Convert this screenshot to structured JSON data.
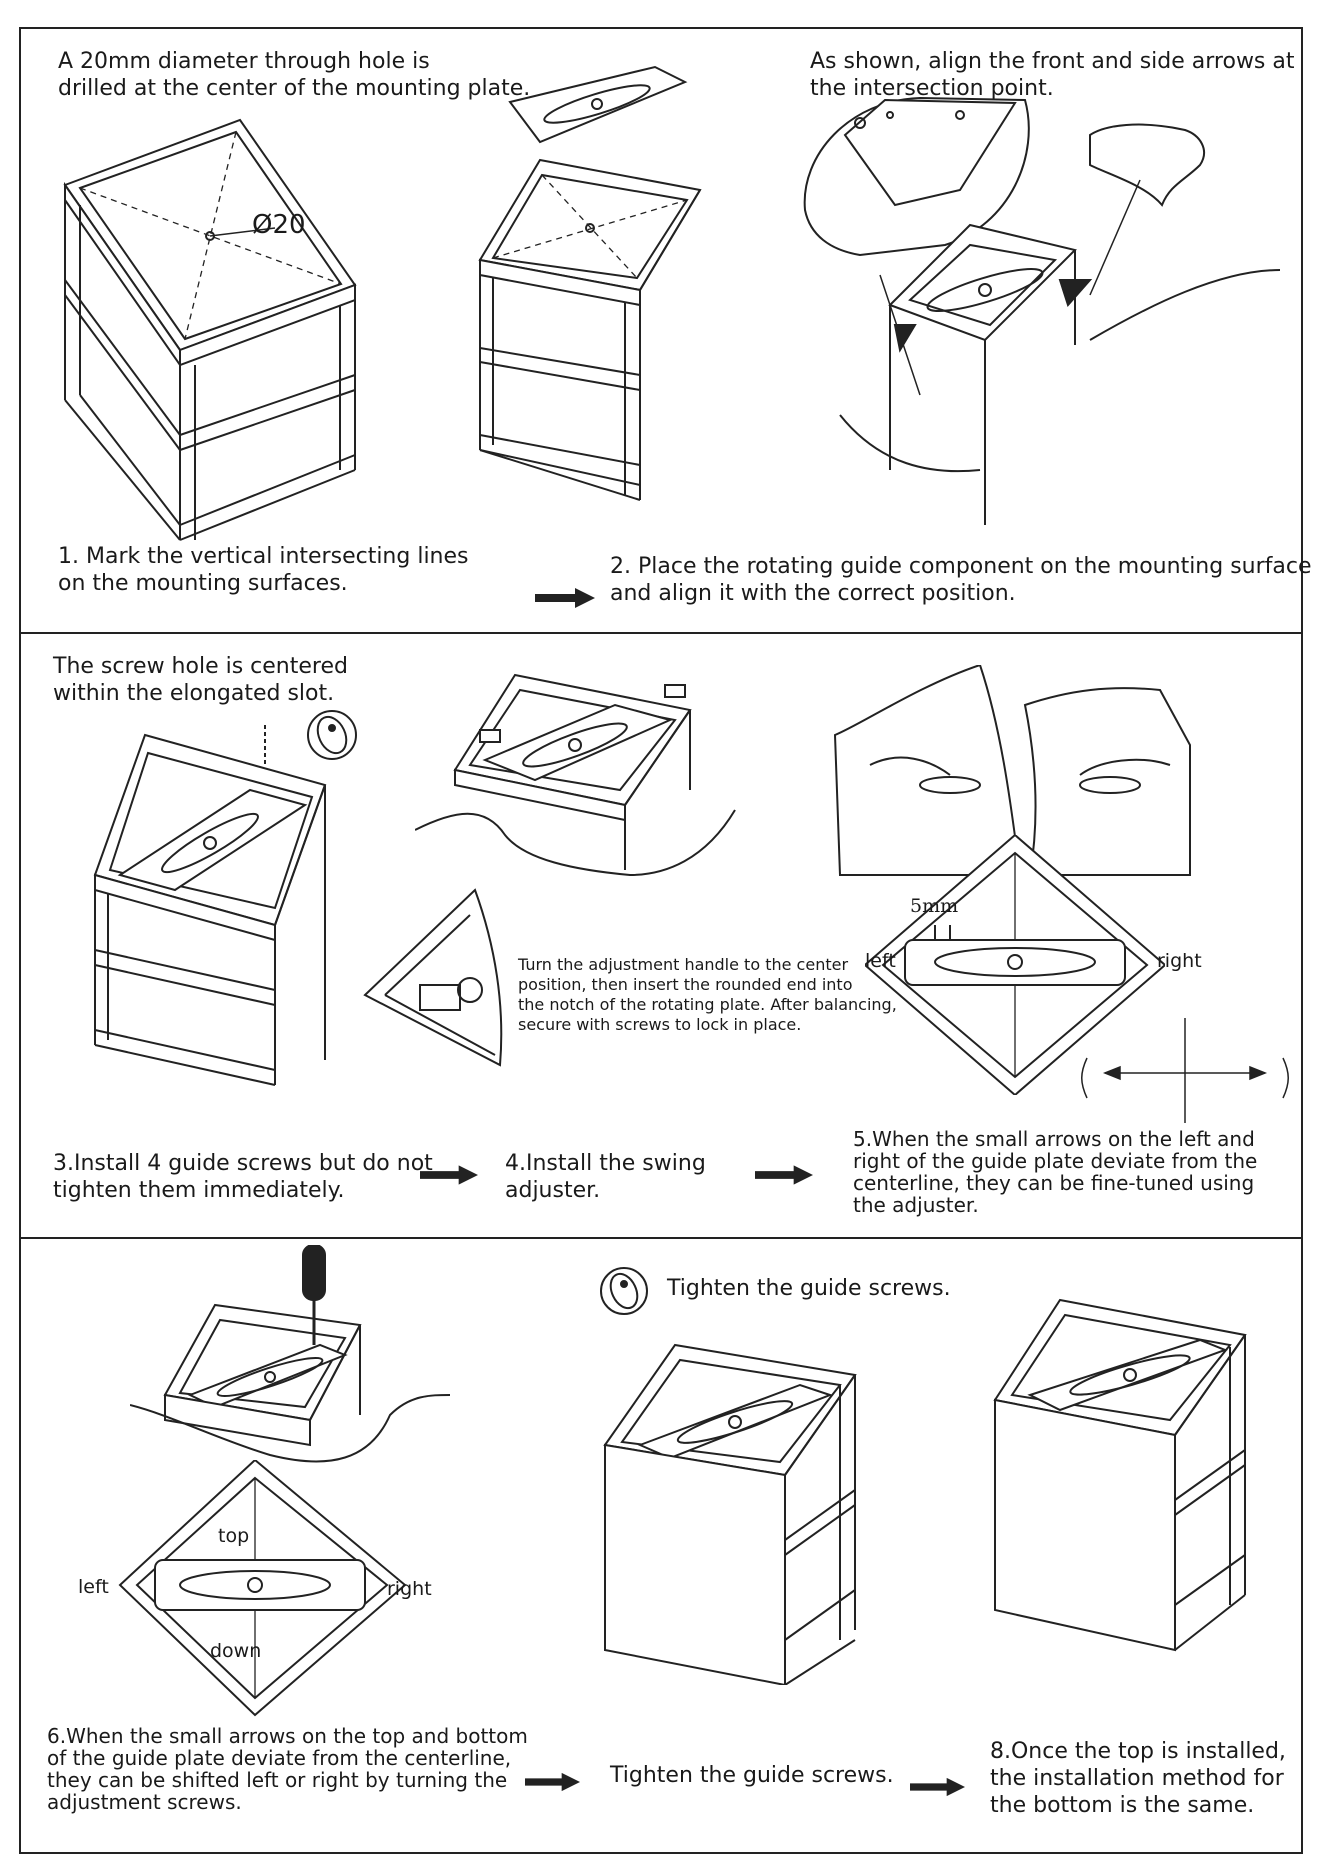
{
  "panel1": {
    "note_hole": "A 20mm diameter through hole is\ndrilled at the center of the mounting plate.",
    "diameter_label": "Ø20",
    "note_align": "As shown, align the front and side arrows at\nthe intersection point.",
    "step1": "1. Mark the vertical intersecting lines\non the mounting surfaces.",
    "step2": "2. Place the rotating guide component on the mounting surface\n and align it with the correct position."
  },
  "panel2": {
    "note_screw": "The screw hole is centered\nwithin the elongated slot.",
    "note_handle": "Turn the adjustment handle to the center\nposition, then insert the rounded end into\nthe notch of the rotating plate. After balancing,\nsecure with screws to lock in place.",
    "gap_label": "5mm",
    "left_label": "left",
    "right_label": "right",
    "step3": "3.Install 4 guide screws but do not\ntighten them immediately.",
    "step4": "4.Install the swing\nadjuster.",
    "step5": "5.When the small arrows on the left and\nright of the guide plate deviate from the\ncenterline, they can be fine-tuned using\nthe adjuster."
  },
  "panel3": {
    "tighten_top": "Tighten the guide screws.",
    "top_label": "top",
    "down_label": "down",
    "left_label": "left",
    "right_label": "right",
    "step6": "6.When the small arrows on the top and bottom\nof the guide plate deviate from the centerline,\nthey can be shifted left or right by turning the\nadjustment screws.",
    "tighten_bottom": "Tighten the guide screws.",
    "step8": "8.Once the top is installed,\nthe installation method for\nthe bottom is the same."
  },
  "icons": [
    "arrow-right-icon",
    "screw-icon",
    "screwdriver-icon",
    "rotate-icon"
  ]
}
